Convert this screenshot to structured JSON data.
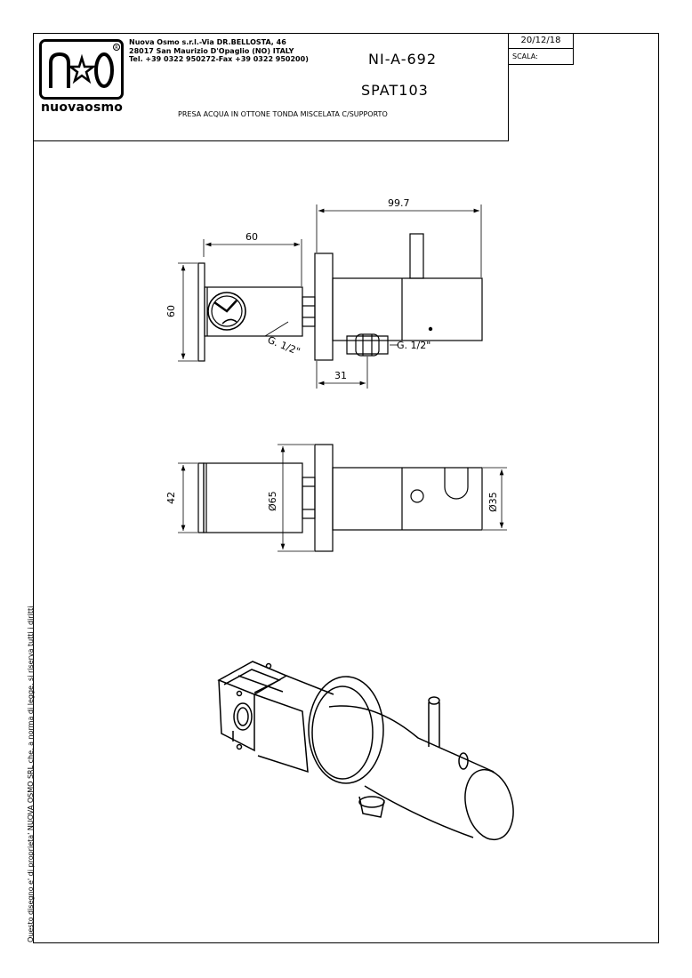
{
  "title_block": {
    "brand": "nuovaosmo",
    "company_lines": [
      "Nuova Osmo s.r.l.-Via DR.BELLOSTA, 46",
      "28017 San Maurizio D'Opaglio (NO) ITALY",
      "Tel. +39 0322 950272-Fax +39 0322 950200)"
    ],
    "drawing_code": "NI-A-692",
    "model": "SPAT103",
    "description": "PRESA ACQUA IN OTTONE TONDA MISCELATA C/SUPPORTO",
    "date": "20/12/18",
    "scale_label": "SCALA:"
  },
  "side_note": "Questo disegno e' di proprieta' NUOVA OSMO SRL che, a norma di legge, si riserva tutti i diritti",
  "dimensions": {
    "side_width_left": "60",
    "side_height": "60",
    "total_length": "99.7",
    "outlet_offset": "31",
    "thread_left": "G. 1/2\"",
    "thread_right": "G. 1/2\"",
    "top_height": "42",
    "flange_diameter": "Ø65",
    "body_diameter": "Ø35"
  }
}
